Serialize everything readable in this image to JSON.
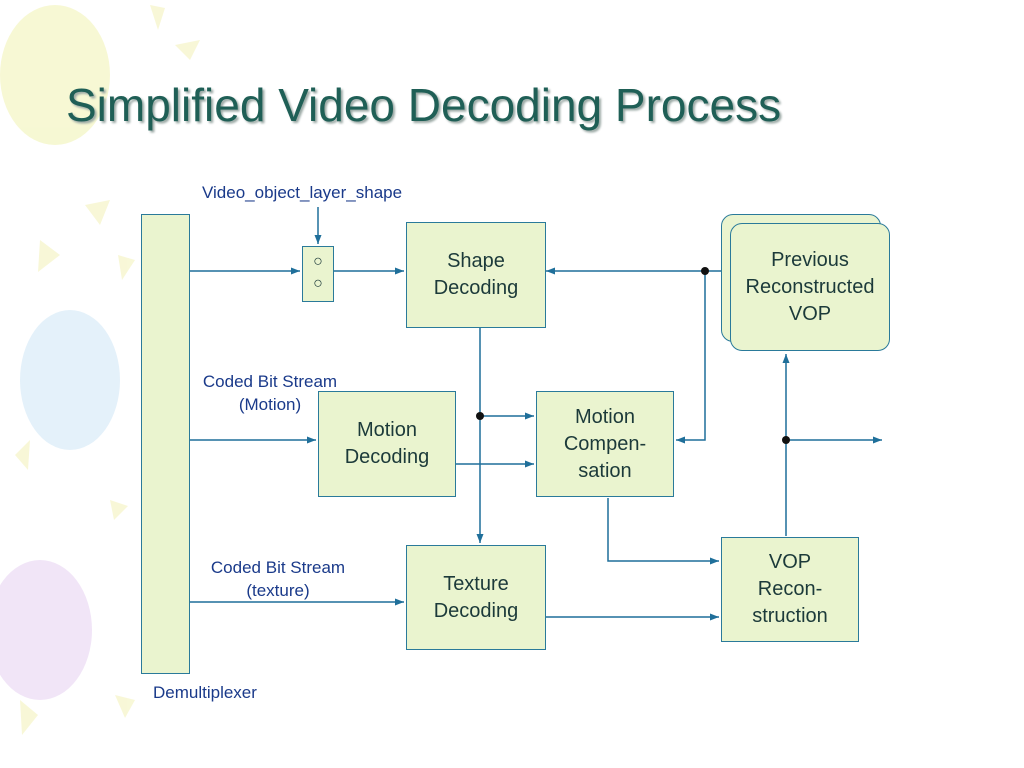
{
  "title": "Simplified Video Decoding Process",
  "labels": {
    "vol_shape": "Video_object_layer_shape",
    "cbs_motion": "Coded Bit Stream\n(Motion)",
    "cbs_texture": "Coded Bit Stream\n(texture)",
    "demux": "Demultiplexer"
  },
  "blocks": {
    "shape_decoding": "Shape\nDecoding",
    "motion_decoding": "Motion\nDecoding",
    "motion_compensation": "Motion\nCompen-\nsation",
    "texture_decoding": "Texture\nDecoding",
    "vop_reconstruction": "VOP\nRecon-\nstruction",
    "previous_vop": "Previous\nReconstructed\nVOP"
  },
  "switch": {
    "pos1": "○",
    "pos2": "○"
  },
  "colors": {
    "title": "#1f5f56",
    "box_fill": "#eaf4cf",
    "box_border": "#2a7a9a",
    "arrow": "#1f6f9a",
    "label_text": "#1a3a8a"
  }
}
